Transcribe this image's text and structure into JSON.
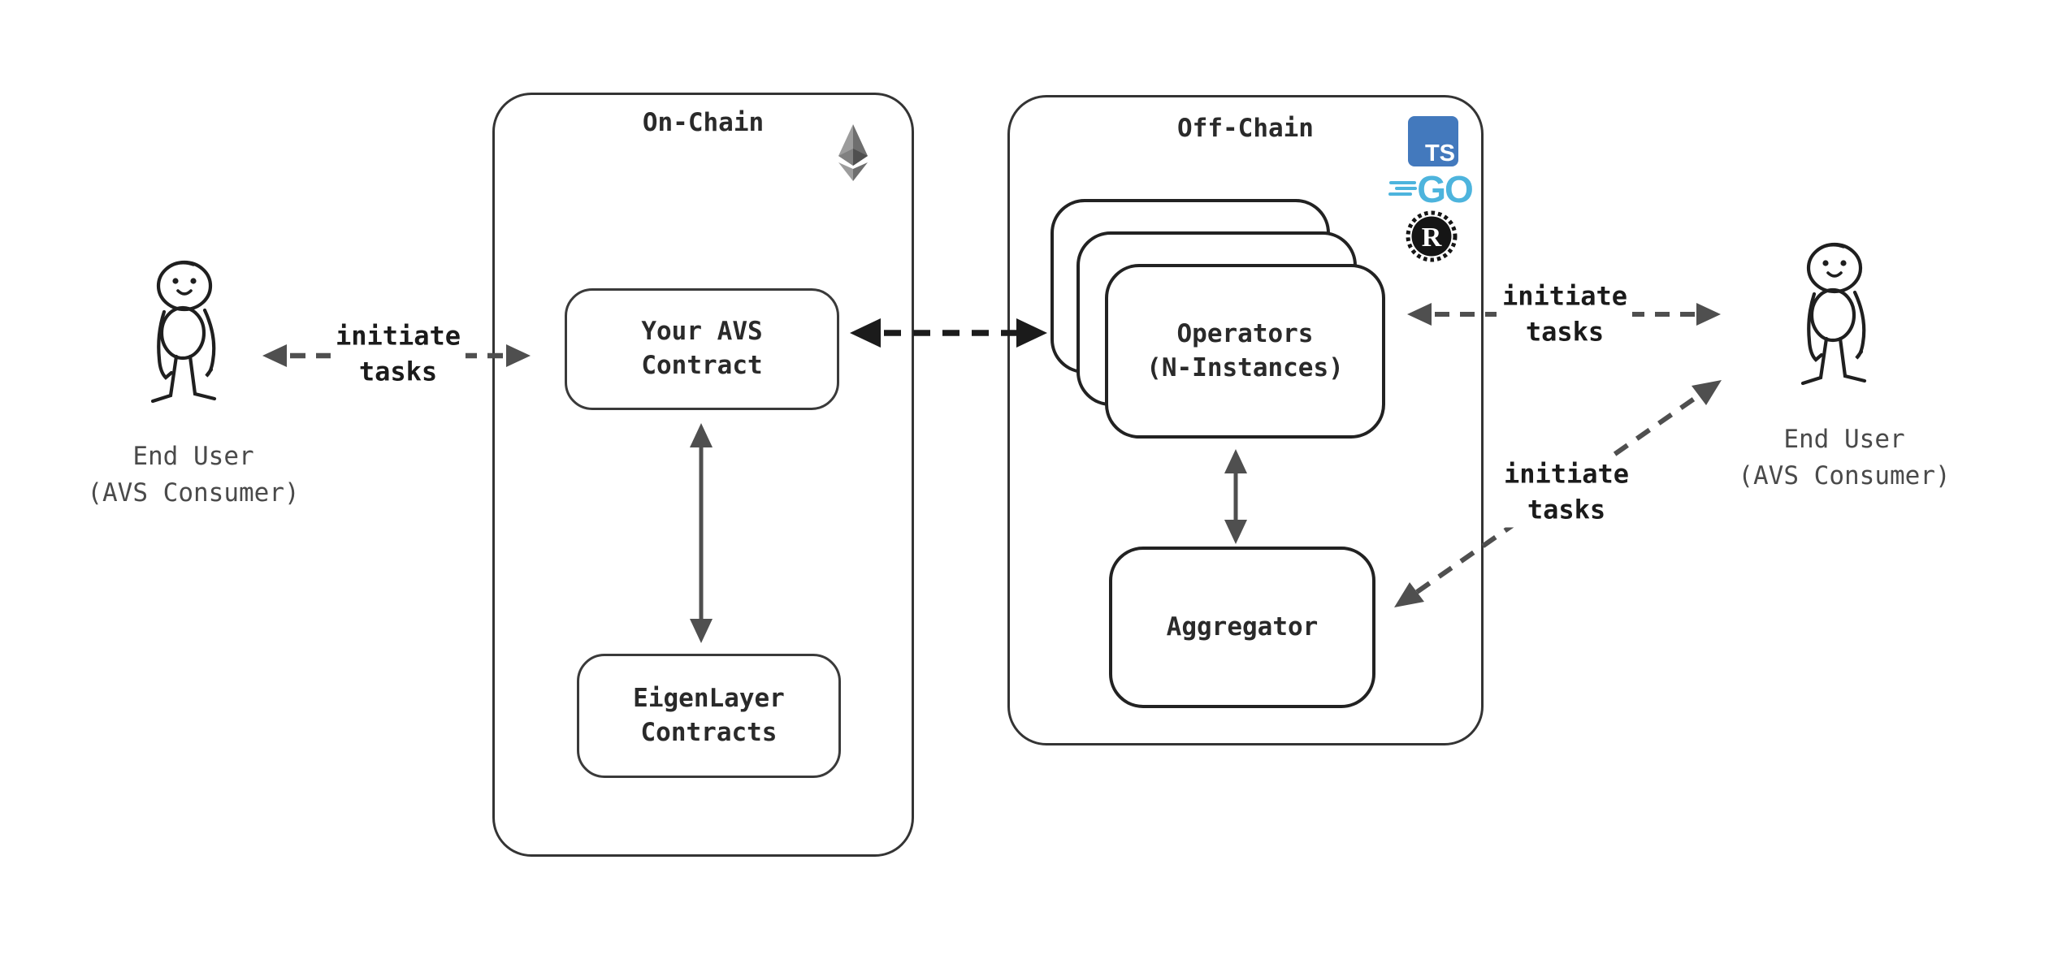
{
  "users": {
    "left": {
      "name": "End User",
      "role": "(AVS Consumer)"
    },
    "right": {
      "name": "End User",
      "role": "(AVS Consumer)"
    }
  },
  "on_chain": {
    "title": "On-Chain",
    "avs_contract": {
      "line1": "Your AVS",
      "line2": "Contract"
    },
    "eigenlayer": {
      "line1": "EigenLayer",
      "line2": "Contracts"
    }
  },
  "off_chain": {
    "title": "Off-Chain",
    "operators": {
      "line1": "Operators",
      "line2": "(N-Instances)"
    },
    "aggregator": {
      "label": "Aggregator"
    }
  },
  "edge_labels": {
    "user_to_contract": {
      "line1": "initiate",
      "line2": "tasks"
    },
    "operators_to_user": {
      "line1": "initiate",
      "line2": "tasks"
    },
    "aggregator_to_user": {
      "line1": "initiate",
      "line2": "tasks"
    }
  },
  "icons": {
    "typescript": {
      "label": "TS",
      "color": "#4379bd"
    },
    "go": {
      "label": "GO",
      "color": "#4db4dd"
    },
    "rust": {
      "label": "R",
      "color": "#151515"
    },
    "ethereum": {
      "shades": [
        "#9c9c9c",
        "#6e6e6e",
        "#808080",
        "#4f4f4f"
      ]
    }
  },
  "colors": {
    "background": "#ffffff",
    "box_stroke": "#343434",
    "arrow_gray": "#4f4f4f",
    "arrow_black": "#1b1b1b",
    "label_text": "#1b1b1b",
    "caption_text": "#4a4a4a"
  }
}
